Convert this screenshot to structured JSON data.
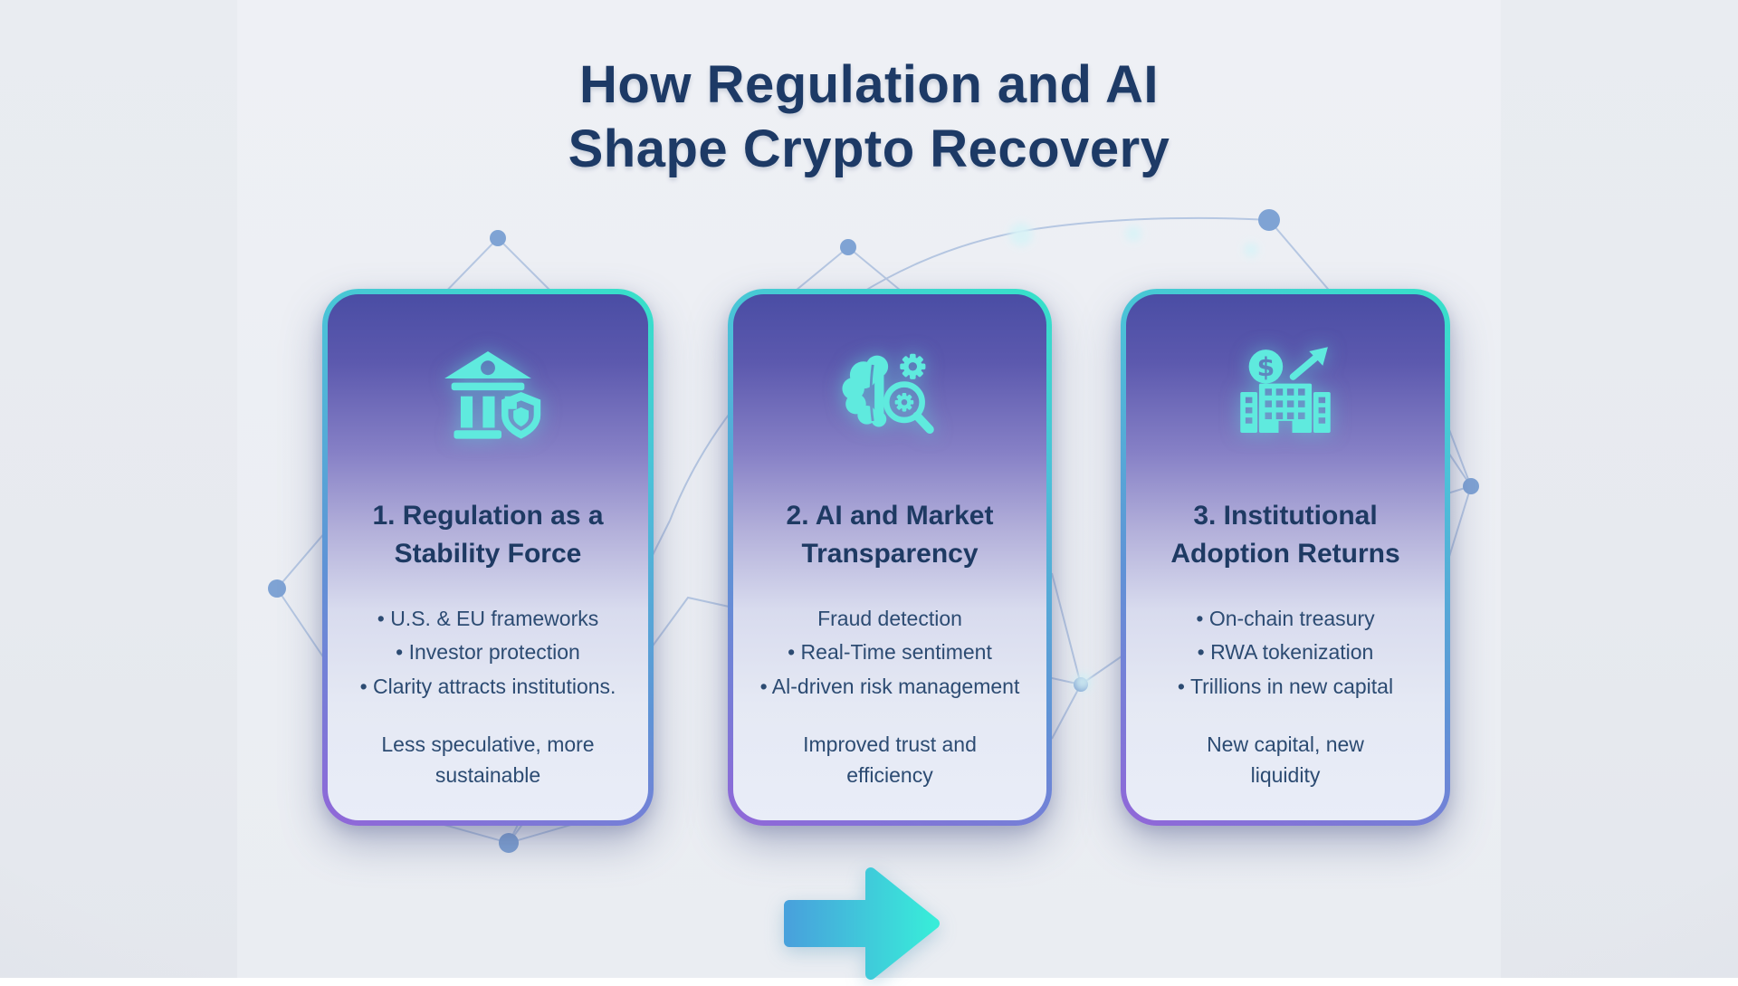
{
  "page": {
    "title_line1": "How Regulation and AI",
    "title_line2": "Shape Crypto Recovery"
  },
  "colors": {
    "title_navy": "#1d3a66",
    "card_text": "#2c4b72",
    "icon_cyan": "#5feade",
    "background": "#e9ecf1",
    "card_border_teal": "#36e2c9",
    "card_border_purple": "#9166d8",
    "card_top_indigo": "#4a4da4",
    "card_bottom_light": "#e9edf8",
    "arrow_blue": "#48a2dc",
    "arrow_cyan": "#38ecd9",
    "network_line": "#a8bddd",
    "network_node": "#7fa3d4"
  },
  "cards": [
    {
      "icon": "bank-shield-icon",
      "title_line1": "1. Regulation as a",
      "title_line2": "Stability Force",
      "items": [
        "• U.S. & EU frameworks",
        "• Investor protection",
        "• Clarity attracts institutions."
      ],
      "summary_line1": "Less speculative, more",
      "summary_line2": "sustainable"
    },
    {
      "icon": "ai-brain-analysis-icon",
      "title_line1": "2. AI and Market",
      "title_line2": "Transparency",
      "items": [
        "Fraud detection",
        "• Real-Time sentiment",
        "• Al-driven risk management"
      ],
      "summary_line1": "Improved trust and",
      "summary_line2": "efficiency"
    },
    {
      "icon": "institution-growth-icon",
      "title_line1": "3. Institutional",
      "title_line2": "Adoption Returns",
      "items": [
        "• On-chain treasury",
        "• RWA tokenization",
        "• Trillions in new capital"
      ],
      "summary_line1": "New capital, new",
      "summary_line2": "liquidity"
    }
  ],
  "footer": {
    "arrow_icon": "forward-arrow-icon"
  }
}
